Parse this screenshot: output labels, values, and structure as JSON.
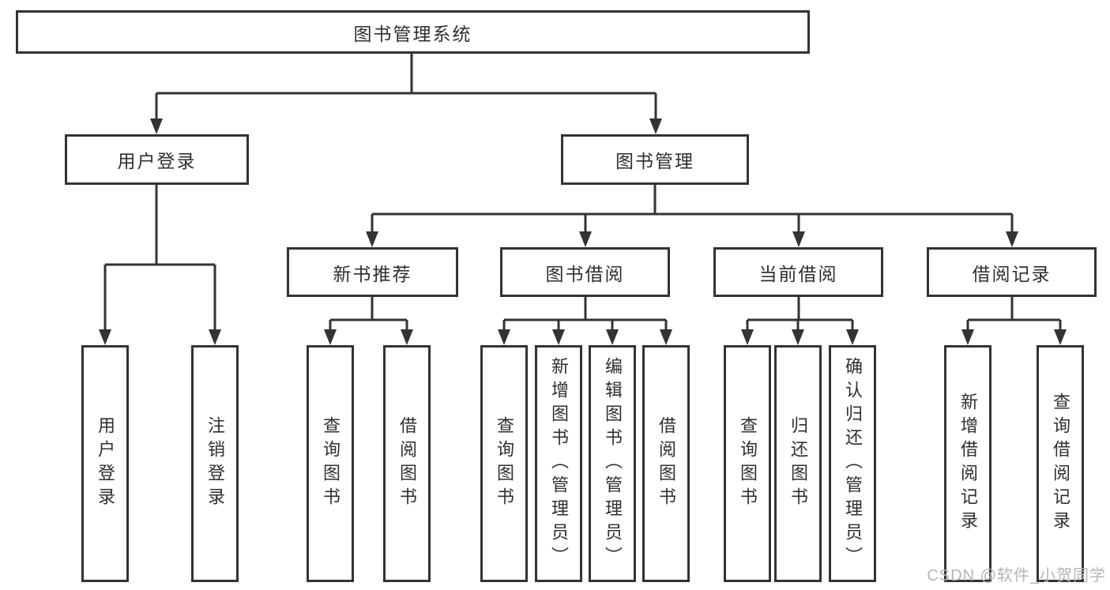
{
  "diagram_type": "hierarchy",
  "tree": {
    "label": "图书管理系统",
    "children": [
      {
        "label": "用户登录",
        "children": [
          {
            "label": "用户登录"
          },
          {
            "label": "注销登录"
          }
        ]
      },
      {
        "label": "图书管理",
        "children": [
          {
            "label": "新书推荐",
            "children": [
              {
                "label": "查询图书"
              },
              {
                "label": "借阅图书"
              }
            ]
          },
          {
            "label": "图书借阅",
            "children": [
              {
                "label": "查询图书"
              },
              {
                "label": "新增图书（管理员）"
              },
              {
                "label": "编辑图书（管理员）"
              },
              {
                "label": "借阅图书"
              }
            ]
          },
          {
            "label": "当前借阅",
            "children": [
              {
                "label": "查询图书"
              },
              {
                "label": "归还图书"
              },
              {
                "label": "确认归还（管理员）"
              }
            ]
          },
          {
            "label": "借阅记录",
            "children": [
              {
                "label": "新增借阅记录"
              },
              {
                "label": "查询借阅记录"
              }
            ]
          }
        ]
      }
    ]
  },
  "watermark": {
    "text": "CSDN @软件_小贺同学"
  },
  "colors": {
    "line": "#333333",
    "box_border": "#333333",
    "box_fill": "#ffffff",
    "text": "#2f2f2f",
    "watermark": "#b5b5b5",
    "background": "#ffffff"
  }
}
